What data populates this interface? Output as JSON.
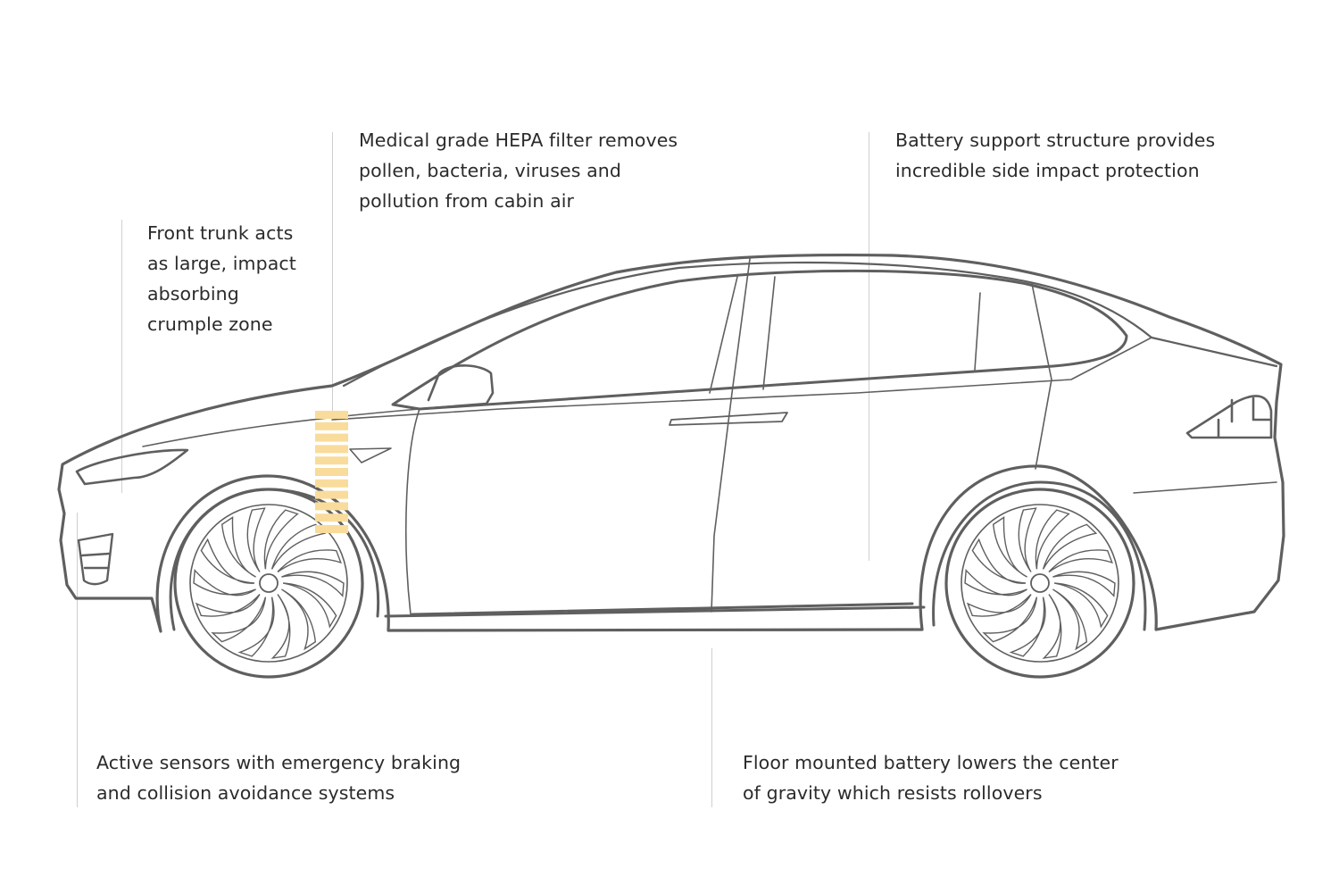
{
  "callouts": {
    "frunk": {
      "lines": [
        "Front trunk acts",
        "as large, impact",
        "absorbing",
        "crumple zone"
      ]
    },
    "hepa": {
      "lines": [
        "Medical grade HEPA filter removes",
        "pollen, bacteria, viruses and",
        "pollution from cabin air"
      ]
    },
    "battery_structure": {
      "lines": [
        "Battery support structure provides",
        "incredible side impact protection"
      ]
    },
    "sensors": {
      "lines": [
        "Active sensors with emergency braking",
        "and collision avoidance systems"
      ]
    },
    "floor_battery": {
      "lines": [
        "Floor mounted battery lowers the center",
        "of gravity which resists rollovers"
      ]
    }
  },
  "colors": {
    "car_outline": "#5f5f5f",
    "leader_line": "#cfcfcf",
    "highlight": "#f9dc9b",
    "text": "#2b2b2b"
  },
  "icons": {
    "car": "car-side-outline",
    "hepa_filter": "filter-stripes"
  }
}
